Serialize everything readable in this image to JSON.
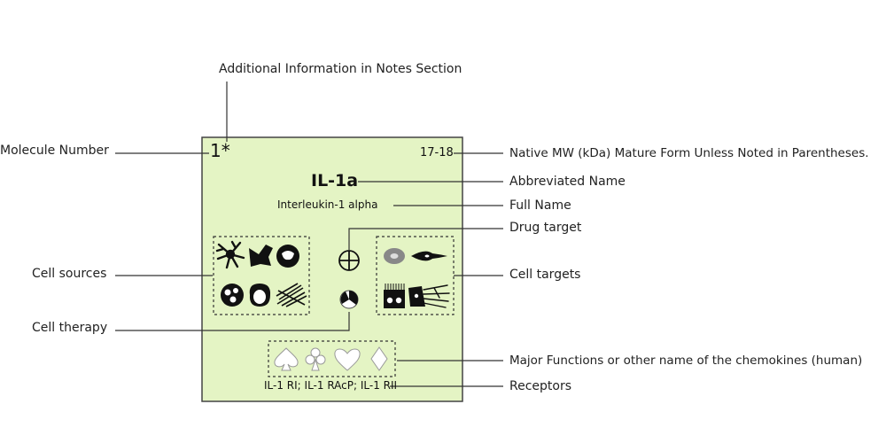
{
  "card": {
    "number": "1*",
    "mw": "17-18",
    "abbrev": "IL-1a",
    "full_name": "Interleukin-1 alpha",
    "receptors": "IL-1 RI; IL-1 RAcP; IL-1 RII",
    "background": "#e4f4c4"
  },
  "labels": {
    "additional_info": "Additional Information in Notes Section",
    "molecule_number": "Molecule Number",
    "native_mw": "Native MW (kDa) Mature Form Unless Noted in Parentheses.",
    "abbreviated_name": "Abbreviated Name",
    "full_name": "Full Name",
    "drug_target": "Drug target",
    "cell_sources": "Cell sources",
    "cell_targets": "Cell targets",
    "cell_therapy": "Cell therapy",
    "major_functions": "Major Functions or other name of the chemokines (human)",
    "receptors": "Receptors"
  },
  "icons": {
    "cell_sources": [
      "dendritic-cell-icon",
      "macrophage-icon",
      "monocyte-icon",
      "neutrophil-icon",
      "mast-cell-icon",
      "fibroblast-icon"
    ],
    "cell_targets": [
      "red-blood-cell-icon",
      "fibroblast-icon",
      "epithelial-cell-icon",
      "neuron-cell-icon"
    ],
    "functions": [
      "spade-icon",
      "club-icon",
      "heart-icon",
      "diamond-icon"
    ],
    "drug_target": "crosshair-circle-icon",
    "cell_therapy": "cell-therapy-icon"
  }
}
